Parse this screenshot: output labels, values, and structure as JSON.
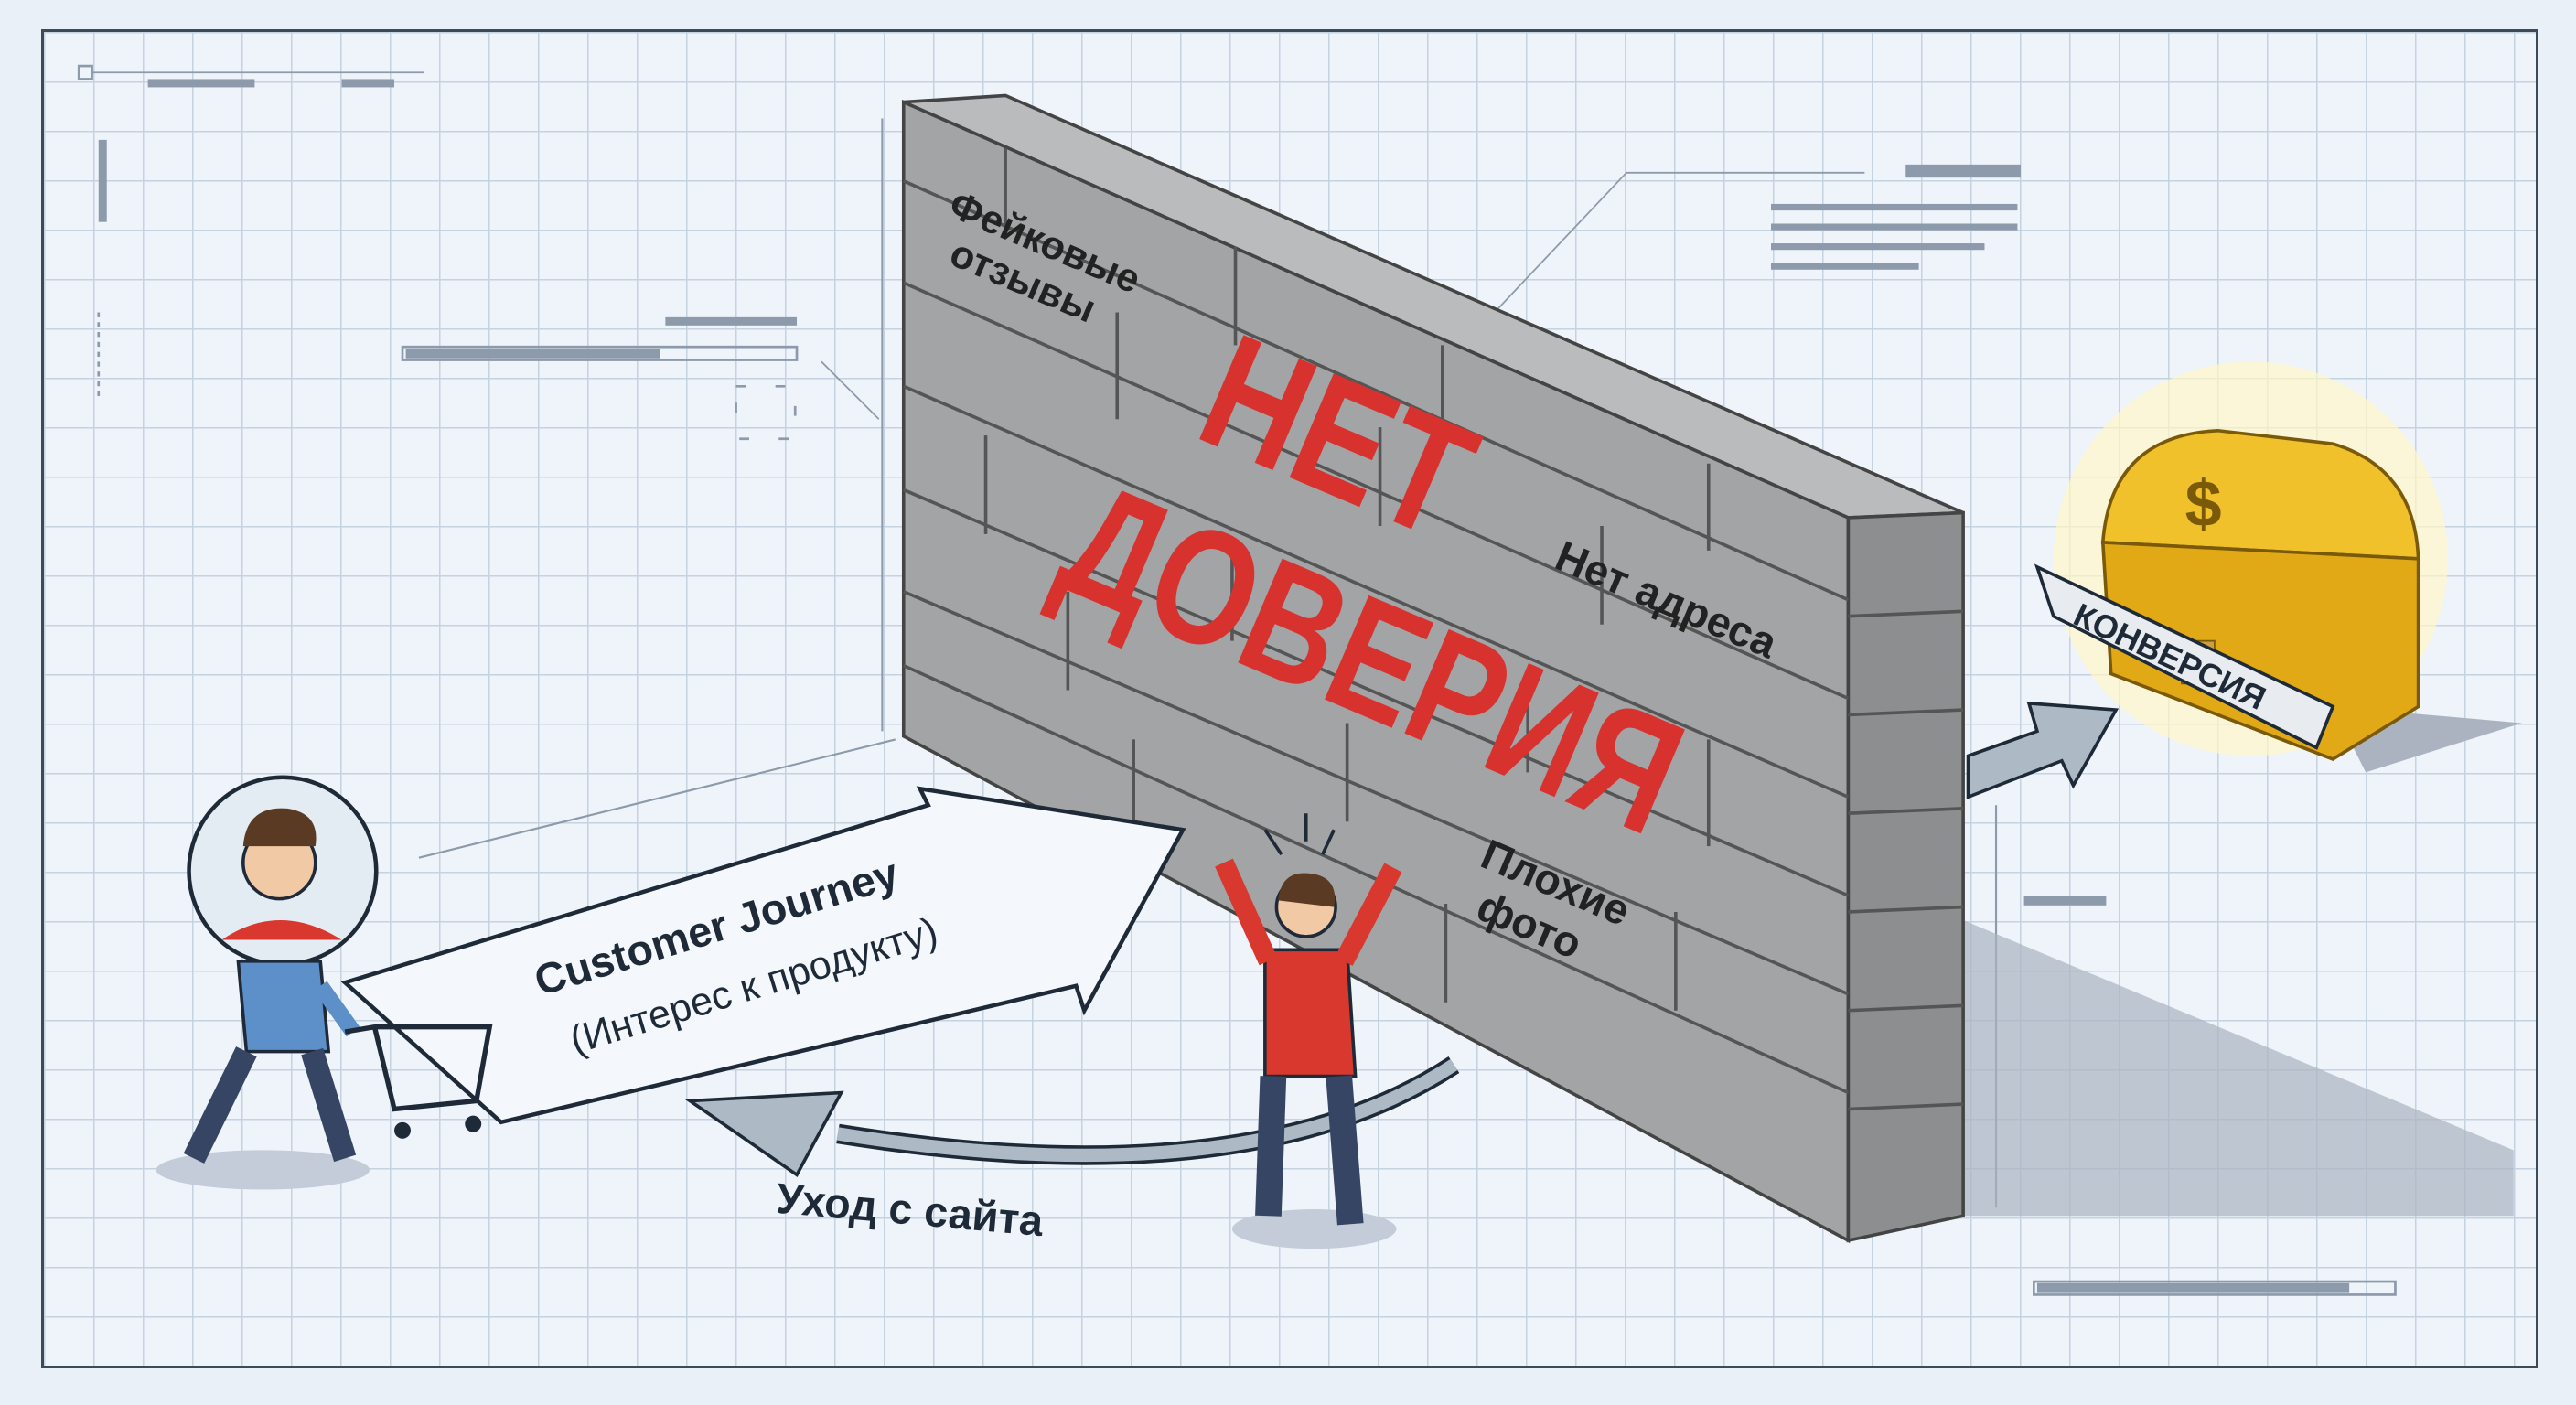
{
  "wall": {
    "graffiti_line1": "НЕТ",
    "graffiti_line2": "ДОВЕРИЯ",
    "bricks": [
      "Фейковые",
      "отзывы",
      "Нет адреса",
      "Плохие",
      "фото"
    ]
  },
  "journey": {
    "title": "Customer Journey",
    "subtitle": "(Интерес к продукту)"
  },
  "exit_label": "Уход с сайта",
  "goal": {
    "banner": "КОНВЕРСИЯ",
    "symbol": "$"
  },
  "colors": {
    "graffiti": "#d8322e",
    "wall": "#9a9c9e",
    "gold": "#e8b318",
    "shirt": "#d9382e",
    "background": "#eef4fa"
  }
}
